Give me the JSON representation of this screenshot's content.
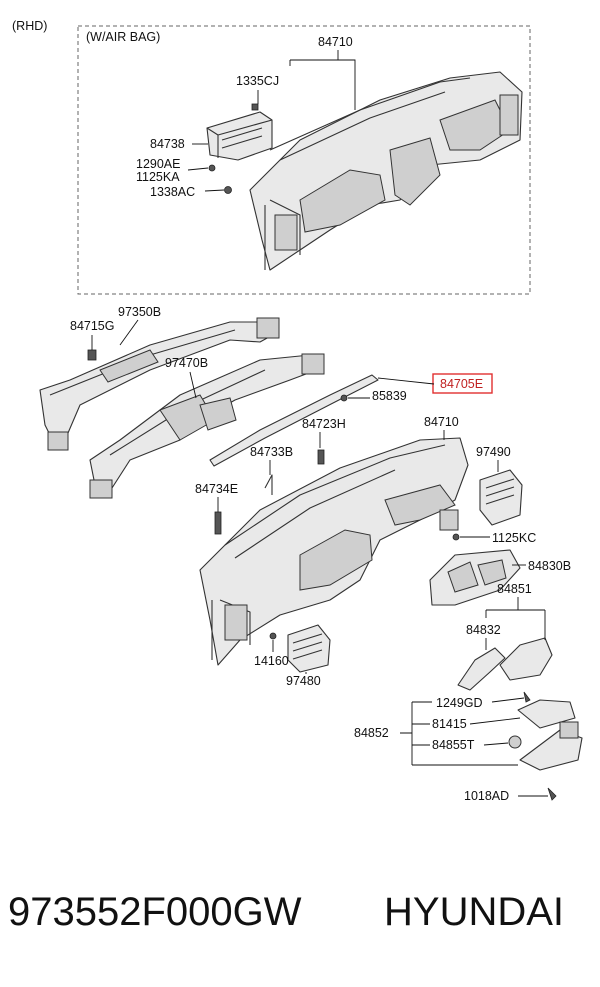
{
  "header": {
    "variant": "(RHD)",
    "box_title": "(W/AIR BAG)"
  },
  "parts": {
    "p84710_top": "84710",
    "p1335CJ": "1335CJ",
    "p84738": "84738",
    "p1290AE": "1290AE",
    "p1125KA": "1125KA",
    "p1338AC": "1338AC",
    "p97350B": "97350B",
    "p84715G": "84715G",
    "p97470B": "97470B",
    "p84705E": "84705E",
    "p85839": "85839",
    "p84723H": "84723H",
    "p84710": "84710",
    "p84733B": "84733B",
    "p97490": "97490",
    "p84734E": "84734E",
    "p1125KC": "1125KC",
    "p84830B": "84830B",
    "p84851": "84851",
    "p84832": "84832",
    "p14160": "14160",
    "p97480": "97480",
    "p1249GD": "1249GD",
    "p84852": "84852",
    "p81415": "81415",
    "p84855T": "84855T",
    "p1018AD": "1018AD"
  },
  "highlight_color": "#e03030",
  "footer": {
    "part_number": "973552F000GW",
    "brand": "HYUNDAI"
  }
}
